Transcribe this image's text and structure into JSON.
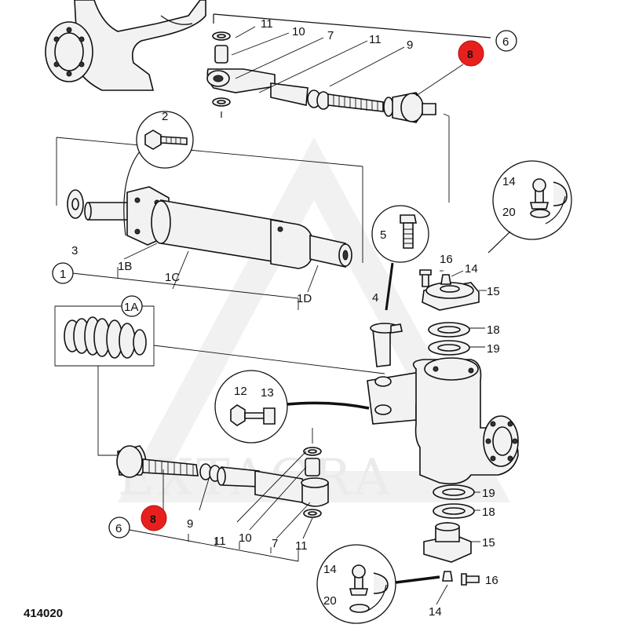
{
  "watermark": "EXTAGRA",
  "figure_number": "414020",
  "labels": {
    "l1": "1",
    "l1A": "1A",
    "l1B": "1B",
    "l1C": "1C",
    "l1D": "1D",
    "l2": "2",
    "l3": "3",
    "l4": "4",
    "l5": "5",
    "l6_top": "6",
    "l6_bot": "6",
    "l7_top": "7",
    "l7_bot": "7",
    "l8_top": "8",
    "l8_bot": "8",
    "l9_top": "9",
    "l9_bot": "9",
    "l10_top": "10",
    "l10_bot": "10",
    "l11_a": "11",
    "l11_b": "11",
    "l11_c": "11",
    "l11_d": "11",
    "l12": "12",
    "l13": "13",
    "l14_a": "14",
    "l14_b": "14",
    "l14_c": "14",
    "l14_d": "14",
    "l15_a": "15",
    "l15_b": "15",
    "l16_a": "16",
    "l16_b": "16",
    "l18_a": "18",
    "l18_b": "18",
    "l19_a": "19",
    "l19_b": "19",
    "l20_a": "20",
    "l20_b": "20"
  },
  "colors": {
    "highlight": "#e8201d",
    "watermark": "#ebebeb"
  }
}
